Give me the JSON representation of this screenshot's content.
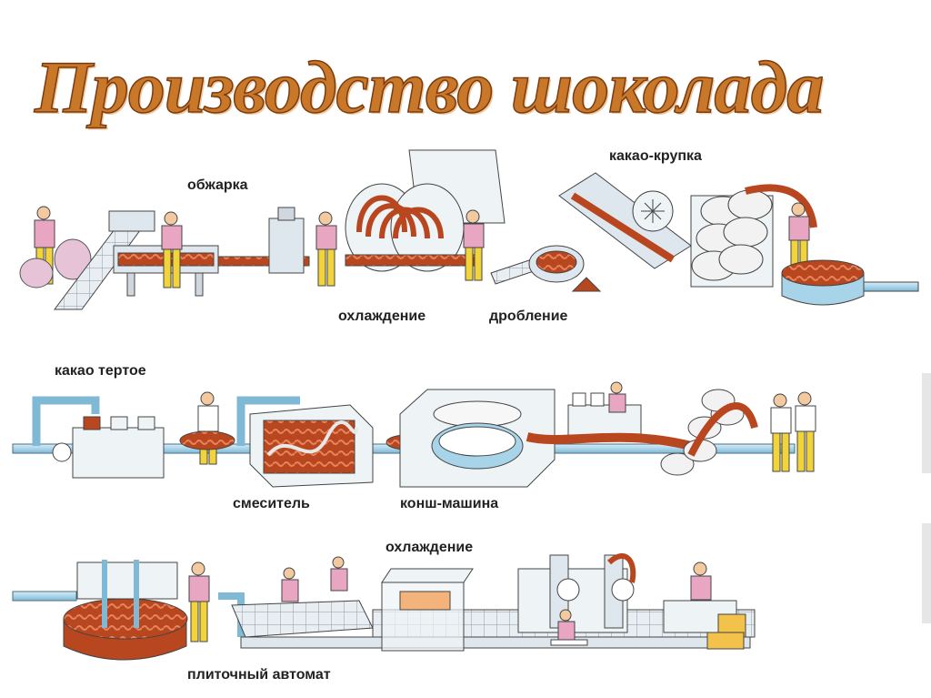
{
  "title": "Производство шоколада",
  "labels": {
    "roasting": "обжарка",
    "cocoa_nibs": "какао-крупка",
    "cooling_1": "охлаждение",
    "crushing": "дробление",
    "cocoa_liquor": "какао тертое",
    "mixer": "смеситель",
    "conche": "конш-машина",
    "cooling_2": "охлаждение",
    "bar_machine": "плиточный автомат"
  },
  "colors": {
    "title_fill": "#c9782a",
    "title_outline": "#7a3b10",
    "pipe": "#a8d4ea",
    "machine": "#dfe7ee",
    "chocolate": "#b8461f",
    "worker_shirt": "#e8a6c2",
    "worker_pants": "#f2d33a"
  }
}
